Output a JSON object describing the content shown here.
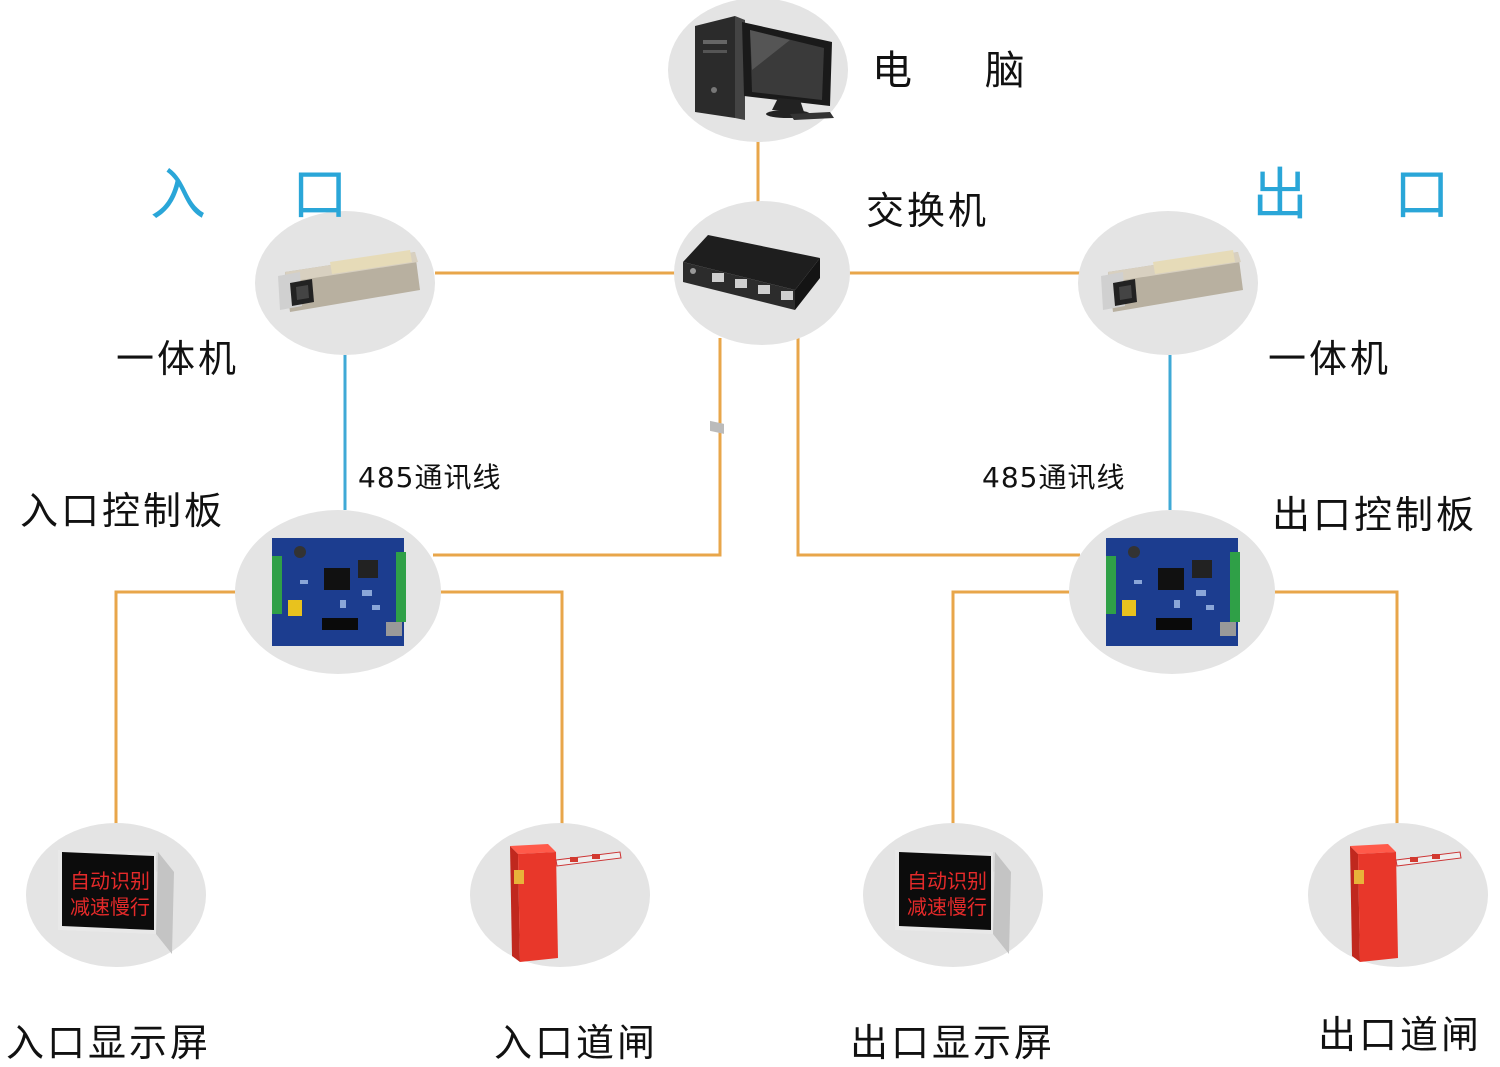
{
  "colors": {
    "wire_ethernet": "#E8A64A",
    "wire_rs485": "#3FA9D6",
    "label_section": "#2AA6D8",
    "node_bg": "#E4E4E4"
  },
  "labels": {
    "computer": "电 脑",
    "switch": "交换机",
    "entry_title": "入 口",
    "exit_title": "出 口",
    "entry_camera": "一体机",
    "exit_camera": "一体机",
    "entry_wire": "485通讯线",
    "exit_wire": "485通讯线",
    "entry_board": "入口控制板",
    "exit_board": "出口控制板",
    "entry_display": "入口显示屏",
    "entry_gate": "入口道闸",
    "exit_display": "出口显示屏",
    "exit_gate": "出口道闸"
  },
  "display_text": {
    "line1": "自动识别",
    "line2": "减速慢行"
  }
}
